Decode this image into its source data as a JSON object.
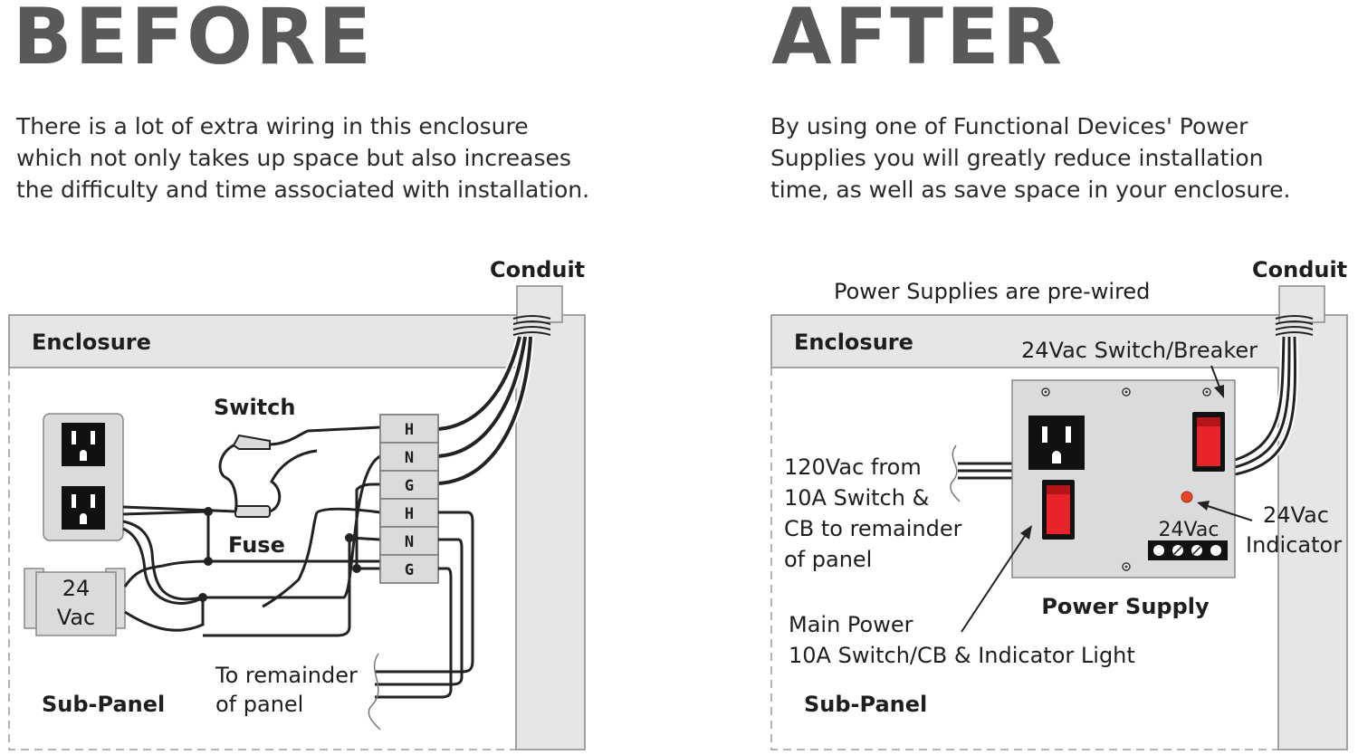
{
  "before": {
    "heading": "BEFORE",
    "description_lines": [
      "There is a lot of extra wiring in this enclosure",
      "which not only takes up space but also increases",
      "the difficulty and time associated with installation."
    ],
    "labels": {
      "conduit": "Conduit",
      "enclosure": "Enclosure",
      "switch": "Switch",
      "fuse": "Fuse",
      "transformer_line1": "24",
      "transformer_line2": "Vac",
      "sub_panel": "Sub-Panel",
      "remainder_line1": "To remainder",
      "remainder_line2": "of panel"
    },
    "terminals": [
      "H",
      "N",
      "G",
      "H",
      "N",
      "G"
    ]
  },
  "after": {
    "heading": "AFTER",
    "description_lines": [
      "By using one of Functional Devices' Power",
      "Supplies you will greatly reduce installation",
      "time, as well as save space in your enclosure."
    ],
    "labels": {
      "conduit": "Conduit",
      "prewired": "Power Supplies are pre-wired",
      "enclosure": "Enclosure",
      "switch_breaker": "24Vac Switch/Breaker",
      "feed_line1": "120Vac from",
      "feed_line2": "10A Switch &",
      "feed_line3": "CB to remainder",
      "feed_line4": "of panel",
      "terminal_label": "24Vac",
      "indicator_line1": "24Vac",
      "indicator_line2": "Indicator",
      "power_supply": "Power Supply",
      "main_power_line1": "Main Power",
      "main_power_line2": "10A Switch/CB & Indicator Light",
      "sub_panel": "Sub-Panel"
    }
  },
  "colors": {
    "heading": "#58595b",
    "enclosure_wall": "#e6e6e8",
    "panel_plate": "#dadbdd",
    "rocker_red": "#e8242a",
    "indicator_led": "#e8452a"
  }
}
